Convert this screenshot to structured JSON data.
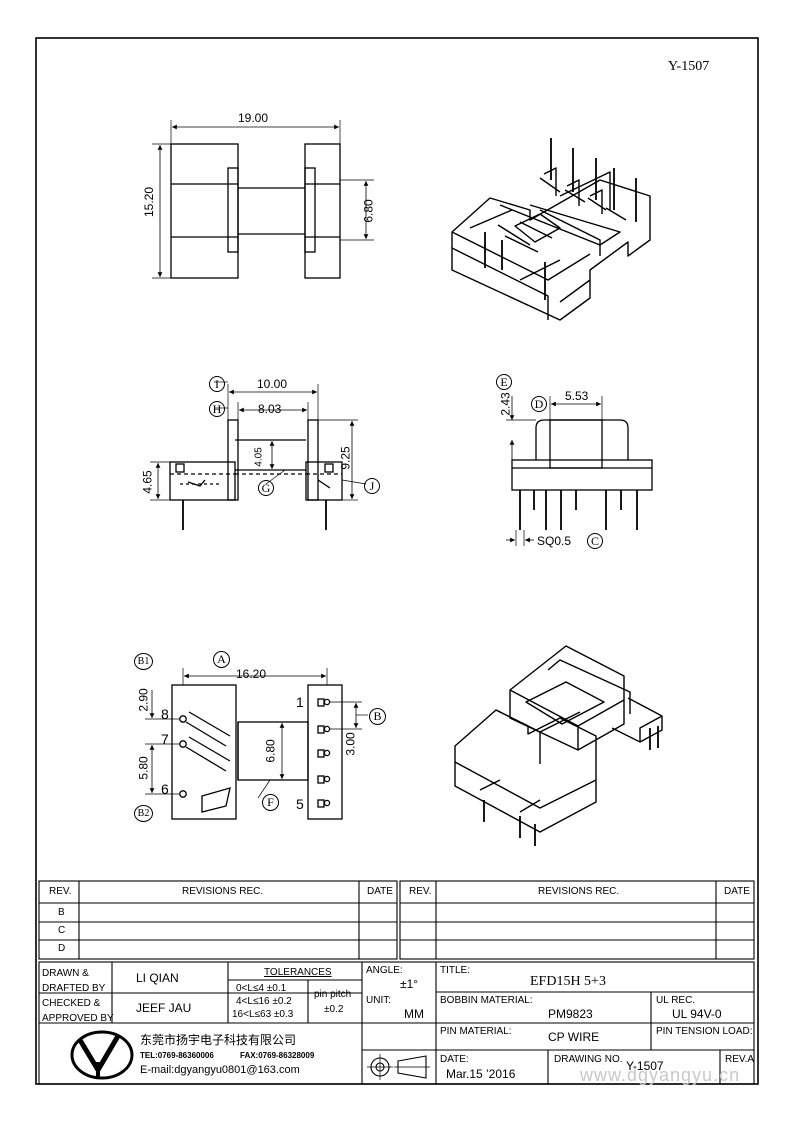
{
  "header": {
    "drawing_code": "Y-1507"
  },
  "views": {
    "side": {
      "width": "19.00",
      "height": "15.20",
      "window": "6.80"
    },
    "front": {
      "label_i": "I",
      "label_h": "H",
      "width_i": "10.00",
      "width_h": "8.03",
      "height_g": "4.05",
      "height_j": "9.25",
      "left_height": "4.65",
      "label_g": "G",
      "label_j": "J"
    },
    "end": {
      "label_e": "E",
      "label_d": "D",
      "height_e": "2.43",
      "width_d": "5.53",
      "pin": "SQ0.5",
      "label_c": "C"
    },
    "bottom": {
      "label_b1": "B1",
      "label_a": "A",
      "label_b": "B",
      "label_b2": "B2",
      "label_f": "F",
      "width_a": "16.20",
      "dim_290": "2.90",
      "dim_580": "5.80",
      "dim_680": "6.80",
      "dim_300": "3.00",
      "pin_8": "8",
      "pin_7": "7",
      "pin_6": "6",
      "pin_1": "1",
      "pin_5": "5"
    }
  },
  "revisions": {
    "left_header": {
      "rev": "REV.",
      "rec": "REVISIONS   REC.",
      "date": "DATE"
    },
    "right_header": {
      "rev": "REV.",
      "rec": "REVISIONS   REC.",
      "date": "DATE"
    },
    "rows": [
      "B",
      "C",
      "D"
    ]
  },
  "title_block": {
    "drawn_label": "DRAWN &\nDRAFTED BY",
    "drawn_by": "LI QIAN",
    "checked_label": "CHECKED &\nAPPROVED BY",
    "checked_by": "JEEF JAU",
    "tolerances": "TOLERANCES",
    "tol_1": "0<L≤4   ±0.1",
    "tol_2": "4<L≤16  ±0.2",
    "tol_3": "16<L≤63 ±0.3",
    "pin_pitch": "pin pitch",
    "pin_pitch_tol": "±0.2",
    "angle_label": "ANGLE:",
    "angle_value": "±1°",
    "unit_label": "UNIT:",
    "unit_value": "MM",
    "title_label": "TITLE:",
    "title_value": "EFD15H 5+3",
    "bobbin_label": "BOBBIN MATERIAL:",
    "bobbin_value": "PM9823",
    "ul_label": "UL REC.",
    "ul_value": "UL 94V-0",
    "pin_material_label": "PIN MATERIAL:",
    "pin_material_value": "CP WIRE",
    "pin_tension_label": "PIN TENSION LOAD:",
    "date_label": "DATE:",
    "date_value": "Mar.15 ’2016",
    "drawing_no_label": "DRAWING NO.",
    "drawing_no_value": "Y-1507",
    "rev_label": "REV.A",
    "company": "东莞市扬宇电子科技有限公司",
    "tel": "TEL:0769-86360006",
    "fax": "FAX:0769-86328009",
    "email": "E-mail:dgyangyu0801@163.com",
    "watermark": "www.dgyangyu.cn"
  }
}
